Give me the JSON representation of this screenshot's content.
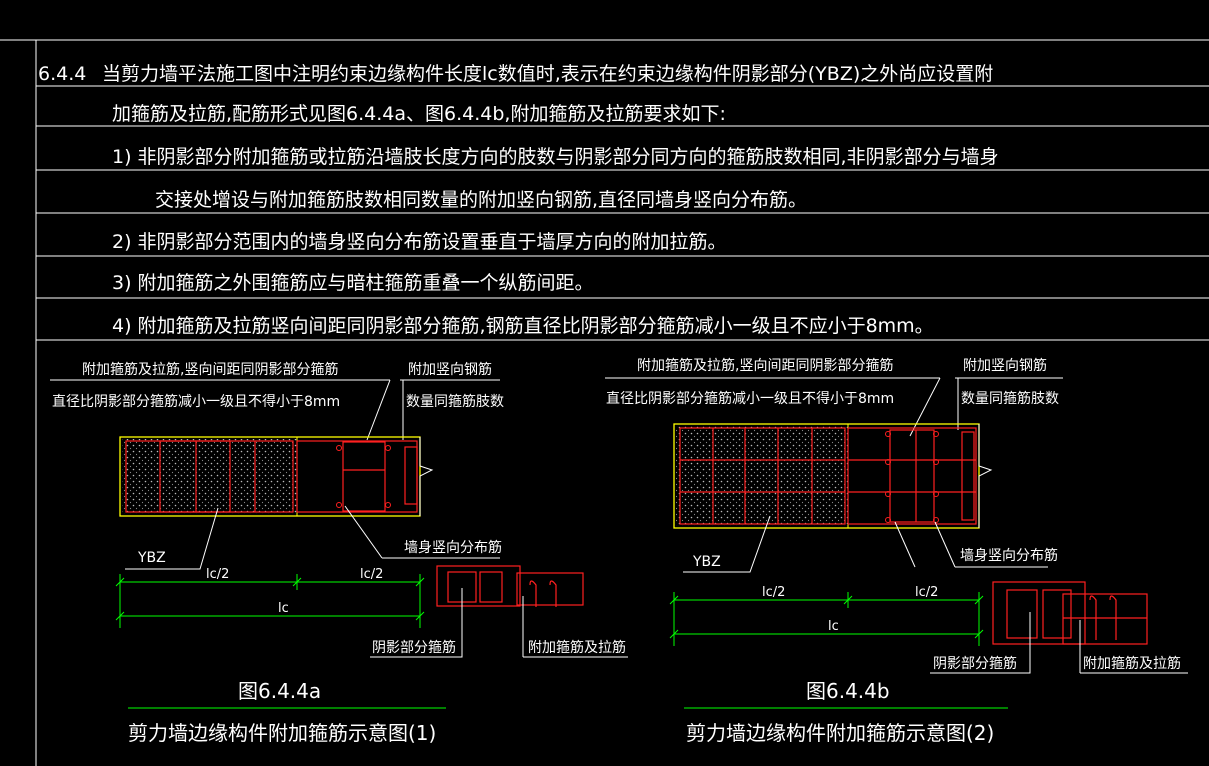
{
  "colors": {
    "background": "#000000",
    "text": "#ffffff",
    "rebar": "#ff2020",
    "concrete_outline": "#ffff00",
    "dimension": "#00ff00",
    "grid_line": "#ffffff"
  },
  "clause": {
    "number": "6.4.4",
    "line1": "当剪力墙平法施工图中注明约束边缘构件长度lc数值时,表示在约束边缘构件阴影部分(YBZ)之外尚应设置附",
    "line2": "加箍筋及拉筋,配筋形式见图6.4.4a、图6.4.4b,附加箍筋及拉筋要求如下:",
    "items": [
      {
        "text": "1) 非阴影部分附加箍筋或拉筋沿墙肢长度方向的肢数与阴影部分同方向的箍筋肢数相同,非阴影部分与墙身"
      },
      {
        "text": "交接处增设与附加箍筋肢数相同数量的附加竖向钢筋,直径同墙身竖向分布筋。"
      },
      {
        "text": "2) 非阴影部分范围内的墙身竖向分布筋设置垂直于墙厚方向的附加拉筋。"
      },
      {
        "text": "3) 附加箍筋之外围箍筋应与暗柱箍筋重叠一个纵筋间距。"
      },
      {
        "text": "4) 附加箍筋及拉筋竖向间距同阴影部分箍筋,钢筋直径比阴影部分箍筋减小一级且不应小于8mm。"
      }
    ]
  },
  "figures": [
    {
      "callout_top_line1": "附加箍筋及拉筋,竖向间距同阴影部分箍筋",
      "callout_top_line2": "直径比阴影部分箍筋减小一级且不得小于8mm",
      "callout_right_line1": "附加竖向钢筋",
      "callout_right_line2": "数量同箍筋肢数",
      "label_ybz": "YBZ",
      "label_wall_rebar": "墙身竖向分布筋",
      "dim_lc1": "lc/2",
      "dim_lc2": "lc/2",
      "dim_lc": "lc",
      "label_shadow_stirrup": "阴影部分箍筋",
      "label_extra_stirrup": "附加箍筋及拉筋",
      "figure_number": "图6.4.4a",
      "caption": "剪力墙边缘构件附加箍筋示意图(1)"
    },
    {
      "callout_top_line1": "附加箍筋及拉筋,竖向间距同阴影部分箍筋",
      "callout_top_line2": "直径比阴影部分箍筋减小一级且不得小于8mm",
      "callout_right_line1": "附加竖向钢筋",
      "callout_right_line2": "数量同箍筋肢数",
      "label_ybz": "YBZ",
      "label_wall_rebar": "墙身竖向分布筋",
      "dim_lc1": "lc/2",
      "dim_lc2": "lc/2",
      "dim_lc": "lc",
      "label_shadow_stirrup": "阴影部分箍筋",
      "label_extra_stirrup": "附加箍筋及拉筋",
      "figure_number": "图6.4.4b",
      "caption": "剪力墙边缘构件附加箍筋示意图(2)"
    }
  ]
}
